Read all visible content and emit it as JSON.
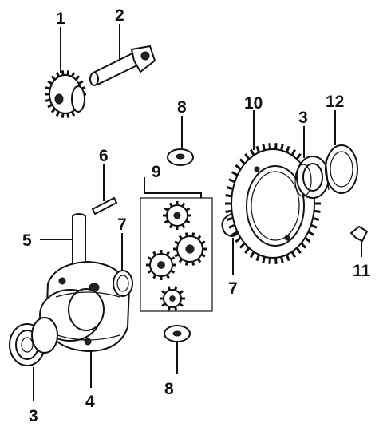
{
  "diagram": {
    "callouts": [
      {
        "id": "c1",
        "label": "1"
      },
      {
        "id": "c2",
        "label": "2"
      },
      {
        "id": "c3a",
        "label": "3"
      },
      {
        "id": "c3b",
        "label": "3"
      },
      {
        "id": "c4",
        "label": "4"
      },
      {
        "id": "c5",
        "label": "5"
      },
      {
        "id": "c6",
        "label": "6"
      },
      {
        "id": "c7a",
        "label": "7"
      },
      {
        "id": "c7b",
        "label": "7"
      },
      {
        "id": "c8a",
        "label": "8"
      },
      {
        "id": "c8b",
        "label": "8"
      },
      {
        "id": "c9",
        "label": "9"
      },
      {
        "id": "c10",
        "label": "10"
      },
      {
        "id": "c11",
        "label": "11"
      },
      {
        "id": "c12",
        "label": "12"
      }
    ]
  }
}
